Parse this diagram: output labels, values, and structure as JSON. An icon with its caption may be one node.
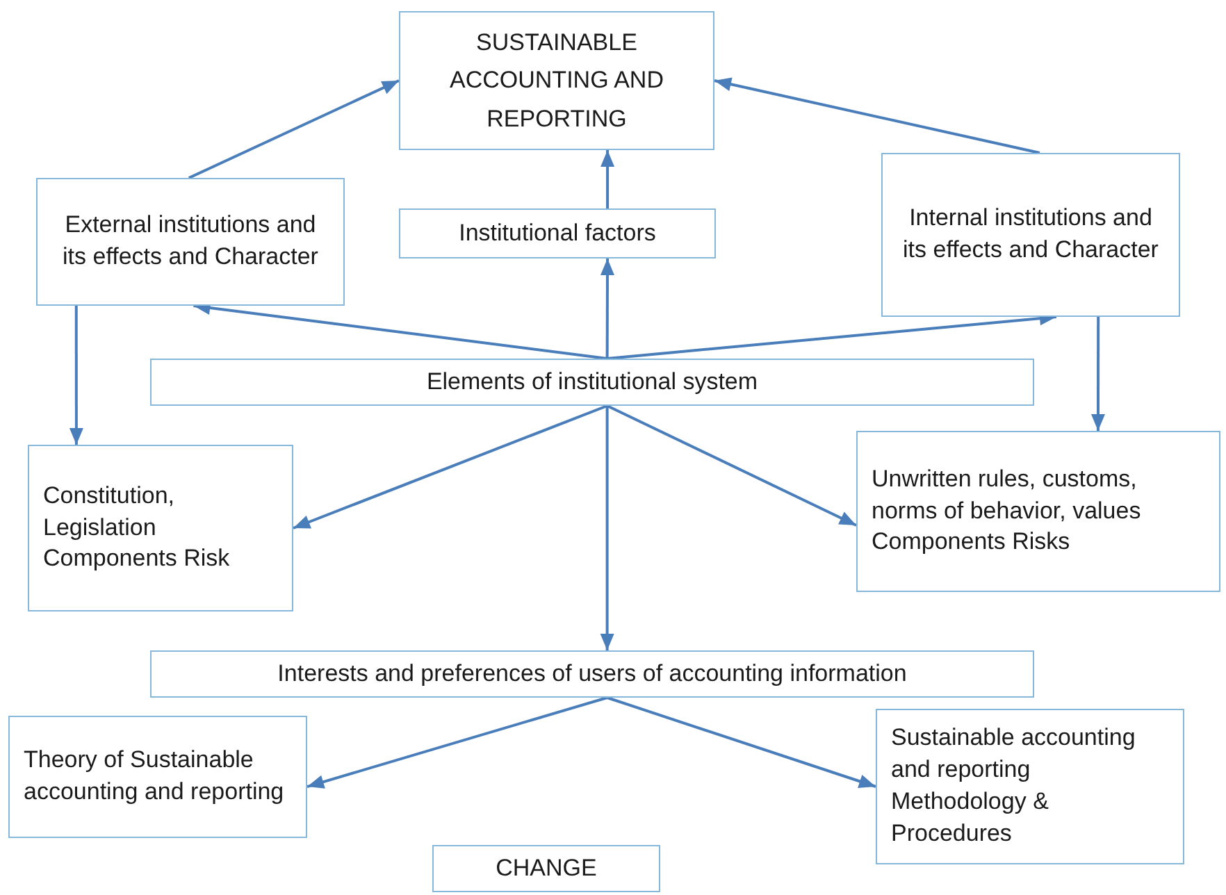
{
  "diagram": {
    "nodes": [
      {
        "text": [
          "SUSTAINABLE ACCOUNTING AND REPORTING"
        ]
      },
      {
        "text": [
          "External institutions and its effects and Character"
        ]
      },
      {
        "text": [
          "Institutional factors"
        ]
      },
      {
        "text": [
          "Internal institutions and its effects and Character"
        ]
      },
      {
        "text": [
          "Elements of institutional system"
        ]
      },
      {
        "text": [
          "Constitution, Legislation Components Risk"
        ]
      },
      {
        "text": [
          "Unwritten rules, customs, norms of behavior, values Components Risks"
        ]
      },
      {
        "text": [
          "Interests and preferences of users of accounting information"
        ]
      },
      {
        "text": [
          "Theory of Sustainable accounting and reporting"
        ]
      },
      {
        "text": [
          "Sustainable accounting and reporting Methodology & Procedures"
        ]
      },
      {
        "text": [
          "CHANGE"
        ]
      }
    ],
    "edges": [
      {
        "from": 1,
        "to": 0,
        "arrow": "to"
      },
      {
        "from": 2,
        "to": 0,
        "arrow": "to"
      },
      {
        "from": 3,
        "to": 0,
        "arrow": "to"
      },
      {
        "from": 4,
        "to": 2,
        "arrow": "to"
      },
      {
        "from": 4,
        "to": 1,
        "arrow": "to"
      },
      {
        "from": 4,
        "to": 3,
        "arrow": "to"
      },
      {
        "from": 1,
        "to": 5,
        "arrow": "to"
      },
      {
        "from": 3,
        "to": 6,
        "arrow": "to"
      },
      {
        "from": 4,
        "to": 5,
        "arrow": "to"
      },
      {
        "from": 4,
        "to": 6,
        "arrow": "to"
      },
      {
        "from": 4,
        "to": 7,
        "arrow": "to"
      },
      {
        "from": 7,
        "to": 8,
        "arrow": "to"
      },
      {
        "from": 7,
        "to": 9,
        "arrow": "to"
      }
    ]
  }
}
